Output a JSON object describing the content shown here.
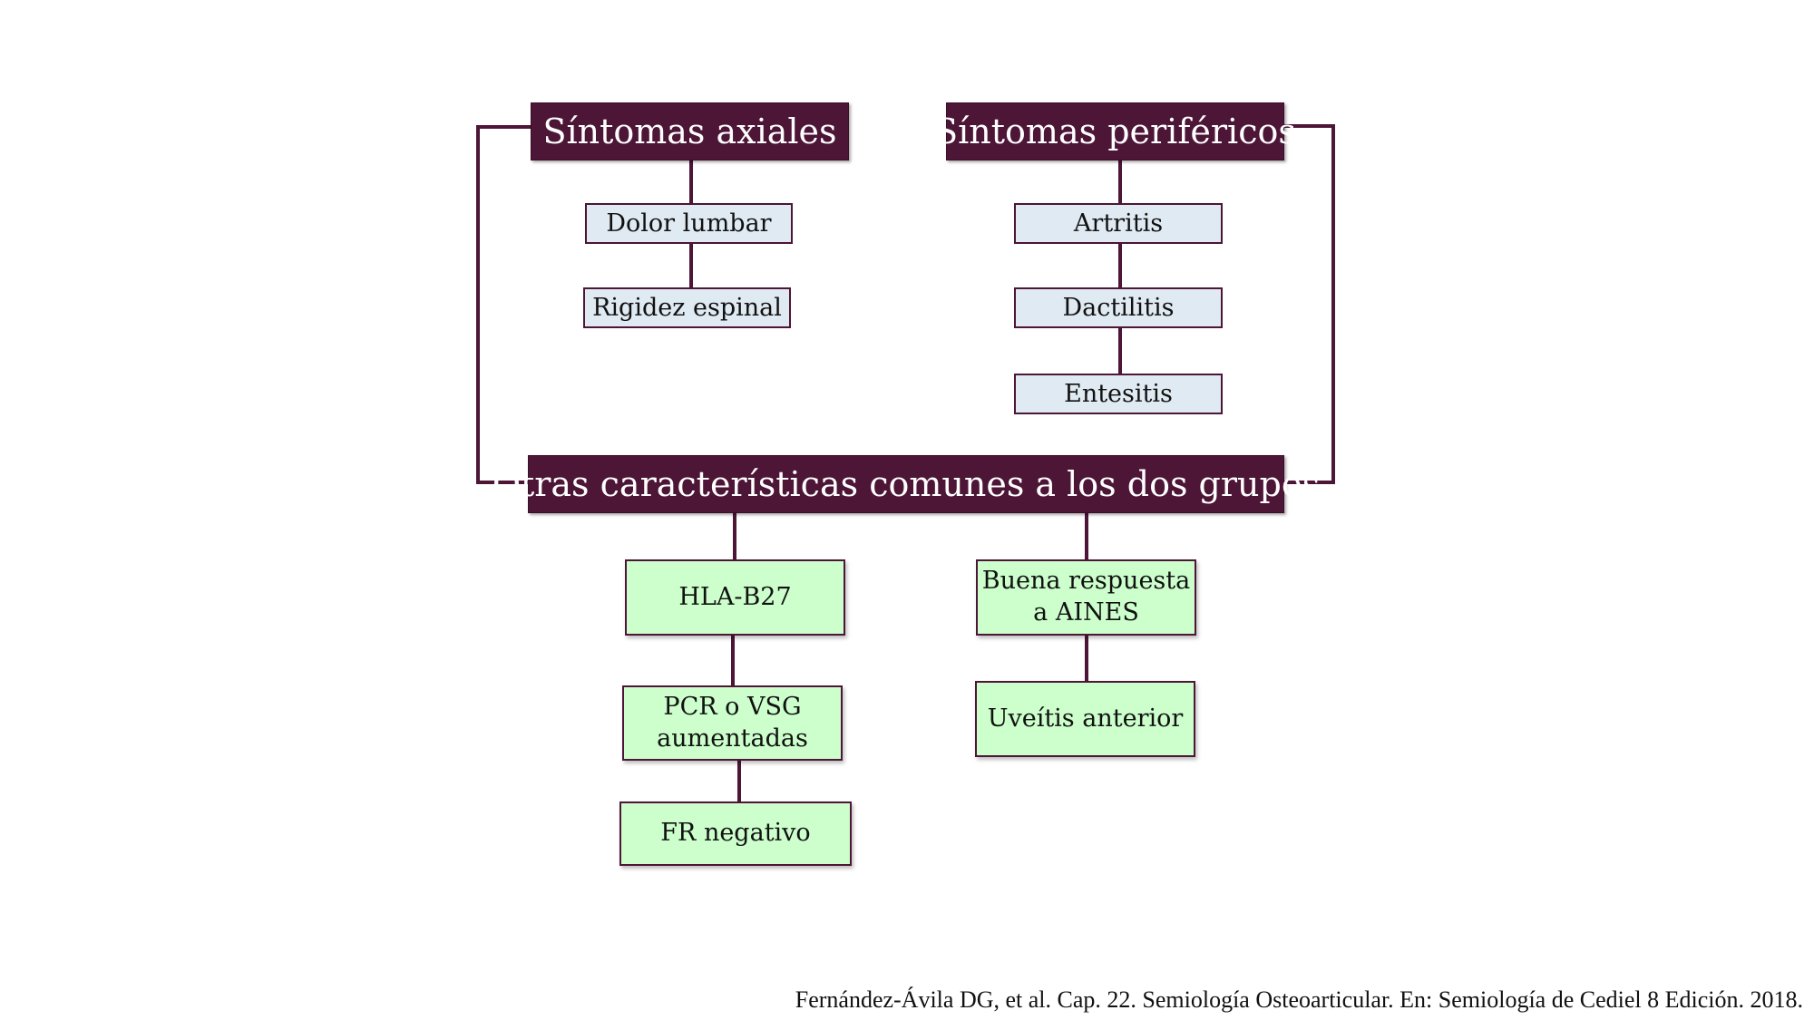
{
  "axial": {
    "title": "Síntomas axiales",
    "items": [
      "Dolor lumbar",
      "Rigidez espinal"
    ]
  },
  "peripheral": {
    "title": "Síntomas periféricos",
    "items": [
      "Artritis",
      "Dactilitis",
      "Entesitis"
    ]
  },
  "common": {
    "title": "Otras características comunes a los dos grupos",
    "left_items": [
      {
        "lines": [
          "HLA-B27"
        ]
      },
      {
        "lines": [
          "PCR o VSG",
          "aumentadas"
        ]
      },
      {
        "lines": [
          "FR negativo"
        ]
      }
    ],
    "right_items": [
      {
        "lines": [
          "Buena respuesta",
          "a AINES"
        ]
      },
      {
        "lines": [
          "Uveítis anterior"
        ]
      }
    ]
  },
  "citation": "Fernández-Ávila DG, et al. Cap. 22. Semiología Osteoarticular. En: Semiología de Cediel 8 Edición. 2018.",
  "colors": {
    "header_fill": "#4d1536",
    "connector": "#4d1536",
    "symptom_fill": "#dfeaf2",
    "common_fill": "#ccffcc"
  }
}
